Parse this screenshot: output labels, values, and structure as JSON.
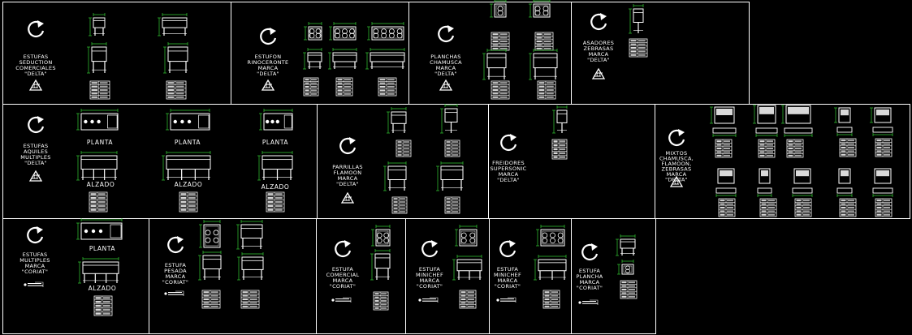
{
  "colors": {
    "background": "#000000",
    "frame": "#ffffff",
    "drawing": "#ffffff",
    "dimension": "#33cc33",
    "table": "#ffffff"
  },
  "panels": [
    {
      "id": "p1",
      "title_lines": [
        "ESTUFAS",
        "SEDUCTION",
        "COMERCIALES",
        "\"DELTA\""
      ],
      "logo": "delta"
    },
    {
      "id": "p2",
      "title_lines": [
        "ESTUFON",
        "RINOCERONTE",
        "MARCA",
        "\"DELTA\""
      ],
      "logo": "delta"
    },
    {
      "id": "p3",
      "title_lines": [
        "PLANCHAS",
        "CHAMUSCA",
        "MARCA",
        "\"DELTA\""
      ],
      "logo": "delta"
    },
    {
      "id": "p4",
      "title_lines": [
        "ASADORES",
        "ZEBRASAS",
        "MARCA",
        "\"DELTA\""
      ],
      "logo": "delta"
    },
    {
      "id": "p5",
      "title_lines": [
        "ESTUFAS",
        "AQUILES",
        "MULTIPLES",
        "\"DELTA\""
      ],
      "logo": "delta",
      "view_labels": [
        "PLANTA",
        "PLANTA",
        "PLANTA",
        "ALZADO",
        "ALZADO",
        "ALZADO"
      ]
    },
    {
      "id": "p6",
      "title_lines": [
        "PARRILLAS",
        "FLAMOON",
        "MARCA",
        "\"DELTA\""
      ],
      "logo": "delta"
    },
    {
      "id": "p7",
      "title_lines": [
        "FREIDORES",
        "SUPERSONIC",
        "MARCA",
        "\"DELTA\""
      ],
      "logo": "none"
    },
    {
      "id": "p8",
      "title_lines": [
        "MIXTOS",
        "CHAMUSCA,",
        "FLAMOON,",
        "ZEBRASAS",
        "MARCA",
        "\"DELTA\""
      ],
      "logo": "delta"
    },
    {
      "id": "p9",
      "title_lines": [
        "ESTUFAS",
        "MULTIPLES",
        "MARCA",
        "\"CORIAT\""
      ],
      "logo": "coriat",
      "view_labels": [
        "PLANTA",
        "ALZADO"
      ]
    },
    {
      "id": "p10",
      "title_lines": [
        "ESTUFA",
        "PESADA",
        "MARCA",
        "\"CORIAT\""
      ],
      "logo": "coriat"
    },
    {
      "id": "p11",
      "title_lines": [
        "ESTUFA",
        "COMERCIAL",
        "MARCA",
        "\"CORIAT\""
      ],
      "logo": "coriat"
    },
    {
      "id": "p12",
      "title_lines": [
        "ESTUFA",
        "MINICHEF",
        "MARCA",
        "\"CORIAT\""
      ],
      "logo": "coriat"
    },
    {
      "id": "p13",
      "title_lines": [
        "ESTUFA",
        "MINICHEF",
        "MARCA",
        "\"CORIAT\""
      ],
      "logo": "coriat"
    },
    {
      "id": "p14",
      "title_lines": [
        "ESTUFA",
        "PLANCHA",
        "MARCA",
        "\"CORIAT\""
      ],
      "logo": "coriat"
    }
  ],
  "icons": {
    "refresh": "refresh-arrow-icon",
    "delta_logo": "delta-triangle-logo-icon",
    "coriat_logo": "coriat-logo-icon"
  }
}
